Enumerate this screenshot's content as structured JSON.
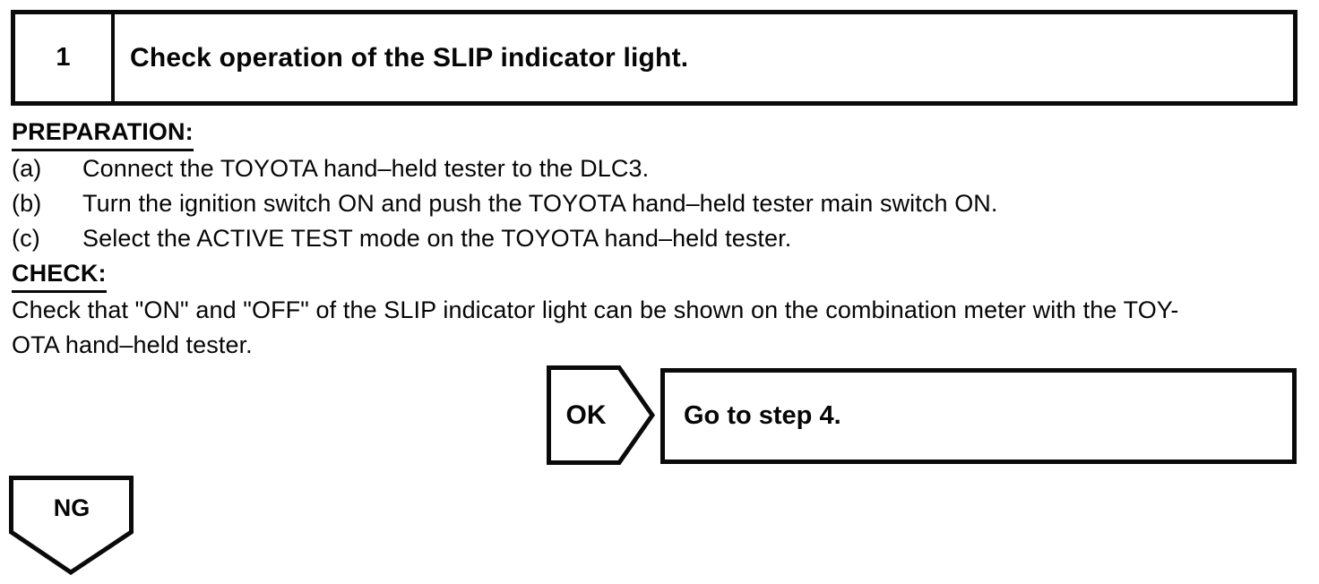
{
  "page": {
    "background": "#ffffff",
    "ink": "#0a0a0a"
  },
  "step_header": {
    "number": "1",
    "title": "Check operation of the SLIP indicator light."
  },
  "preparation": {
    "heading": "PREPARATION:",
    "items": [
      {
        "label": "(a)",
        "text": "Connect the TOYOTA hand–held tester to the DLC3."
      },
      {
        "label": "(b)",
        "text": "Turn the ignition switch ON and push the TOYOTA hand–held tester main switch ON."
      },
      {
        "label": "(c)",
        "text": "Select the ACTIVE TEST mode on the TOYOTA hand–held tester."
      }
    ]
  },
  "check": {
    "heading": "CHECK:",
    "lines": [
      "Check that \"ON\" and \"OFF\" of the SLIP indicator light can be shown on the combination meter with the TOY-",
      "OTA hand–held tester."
    ]
  },
  "flow": {
    "ok": {
      "label": "OK",
      "action": "Go to step 4."
    },
    "ng": {
      "label": "NG"
    }
  }
}
